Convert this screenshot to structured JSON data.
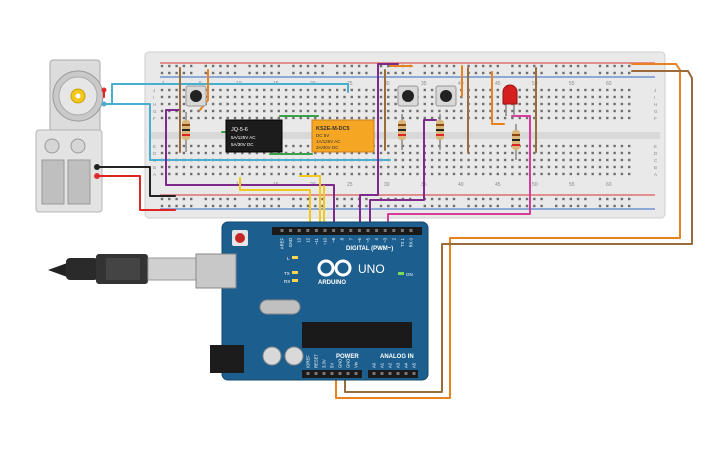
{
  "breadboard": {
    "col_numbers_top": [
      "1",
      "5",
      "10",
      "15",
      "20",
      "25",
      "30",
      "35",
      "40",
      "45",
      "50",
      "55",
      "60"
    ],
    "col_numbers_bottom": [
      "10",
      "15",
      "20",
      "25",
      "30",
      "35",
      "40",
      "45",
      "50",
      "55",
      "60"
    ],
    "row_letters_left": [
      "J",
      "I",
      "H",
      "G",
      "F",
      "E",
      "D",
      "C",
      "B",
      "A"
    ],
    "row_letters_right": [
      "J",
      "I",
      "H",
      "G",
      "F",
      "E",
      "D",
      "C",
      "B",
      "A"
    ]
  },
  "relay_1": {
    "line1": "JQ-5-6",
    "line2": "5A/125V AC",
    "line3": "5A/30V DC"
  },
  "relay_2": {
    "line1": "KS2E-M-DC5",
    "line2": "DC 5V",
    "line3": "1A/125V AC",
    "line4": "2A/30V DC"
  },
  "arduino": {
    "brand": "ARDUINO",
    "model": "UNO",
    "digital_label": "DIGITAL (PWM~)",
    "power_label": "POWER",
    "analog_label": "ANALOG IN",
    "on_label": "ON",
    "l_label": "L",
    "tx_label": "TX",
    "rx_label": "RX",
    "digital_pins": [
      "AREF",
      "GND",
      "13",
      "12",
      "~11",
      "~10",
      "~9",
      "8",
      "7",
      "~6",
      "~5",
      "4",
      "~3",
      "2",
      "TX 1",
      "RX 0"
    ],
    "power_pins": [
      "IOREF",
      "RESET",
      "3.3V",
      "5V",
      "GND",
      "GND",
      "Vin"
    ],
    "analog_pins": [
      "A0",
      "A1",
      "A2",
      "A3",
      "A4",
      "A5"
    ]
  },
  "colors": {
    "breadboard": "#e9e9e9",
    "arduino_blue": "#1c5f8f",
    "wire_orange": "#e8821e",
    "wire_brown": "#9a6c3a",
    "wire_purple": "#7e2a8c",
    "wire_yellow": "#f2c81c",
    "wire_blue": "#4aaed0",
    "wire_pink": "#d63c9a",
    "wire_red": "#e02424",
    "wire_black": "#222222",
    "wire_green": "#3aa04a",
    "led_red": "#d41f1f",
    "relay_orange": "#f5a623",
    "relay_black": "#1c1c1c"
  }
}
